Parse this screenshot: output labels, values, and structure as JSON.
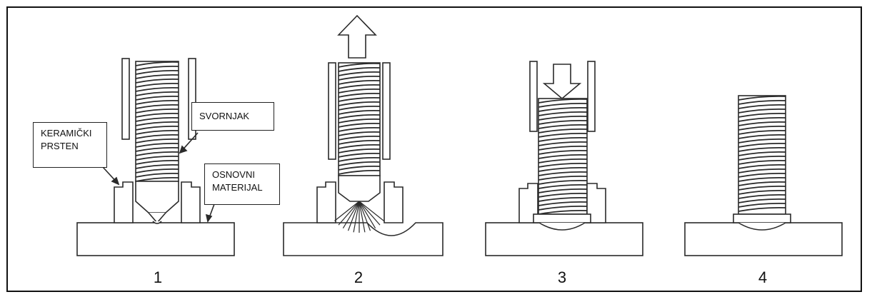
{
  "labels": {
    "ceramic_ring": [
      "KERAMIČKI",
      "PRSTEN"
    ],
    "stud": "SVORNJAK",
    "base_material": [
      "OSNOVNI",
      "MATERIJAL"
    ]
  },
  "steps": [
    "1",
    "2",
    "3",
    "4"
  ],
  "colors": {
    "line": "#2a2a2a",
    "background": "#ffffff"
  }
}
